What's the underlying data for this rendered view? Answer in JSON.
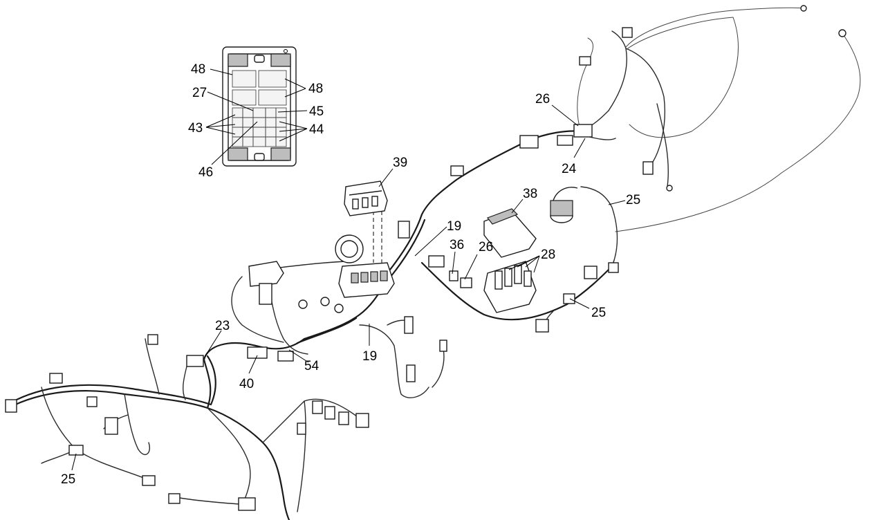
{
  "callouts": {
    "c48a": "48",
    "c48b": "48",
    "c27": "27",
    "c45": "45",
    "c43": "43",
    "c44": "44",
    "c46": "46",
    "c39": "39",
    "c26a": "26",
    "c24": "24",
    "c38": "38",
    "c25a": "25",
    "c19a": "19",
    "c36": "36",
    "c26b": "26",
    "c28": "28",
    "c25b": "25",
    "c23": "23",
    "c54": "54",
    "c40": "40",
    "c19b": "19",
    "c25c": "25"
  },
  "colors": {
    "line": "#1a1a1a",
    "background": "#ffffff",
    "shade": "#bdbdbd"
  }
}
